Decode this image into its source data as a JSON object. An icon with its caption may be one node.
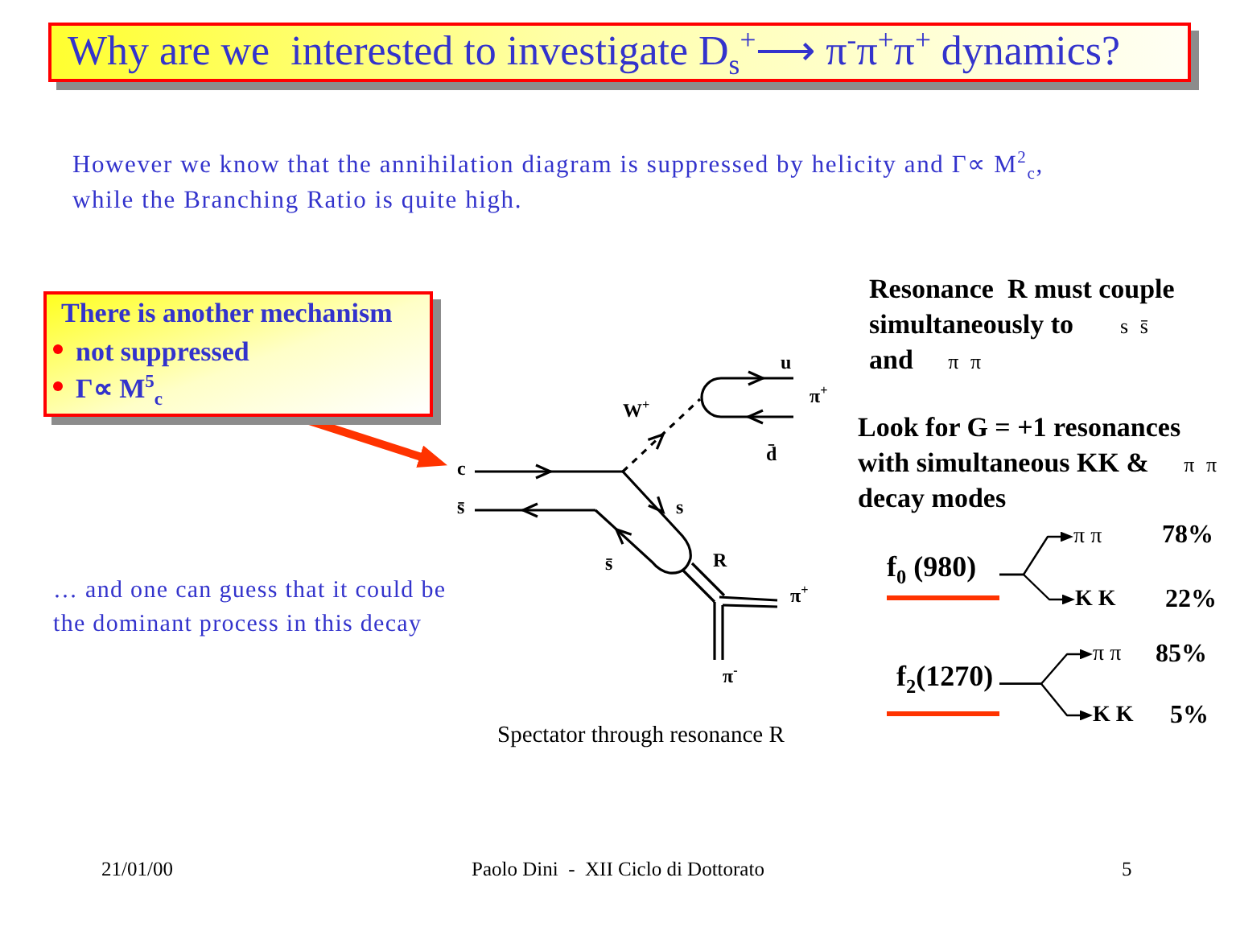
{
  "diagram": {
    "title": "Why are we  interested to investigate D$_{s}$$^{+}$⟶ π$^{-}$π$^{+}$π$^{+}$ dynamics?",
    "nodes": [
      {
        "text": [
          "There is another mechanism",
          "not suppressed",
          "Γ∝ M$^{5}$$_{c}$"
        ]
      },
      {
        "text": [],
        "shape": "picture",
        "beside": [
          "Spectator through resonance R"
        ]
      },
      {
        "text": [
          "f$_{0}$ (980)"
        ]
      },
      {
        "text": [
          "π π"
        ],
        "beside": [
          "78%"
        ]
      },
      {
        "text": [
          "K K"
        ],
        "beside": [
          "22%"
        ]
      },
      {
        "text": [
          "f$_{2}$(1270)"
        ]
      },
      {
        "text": [
          "π π"
        ],
        "beside": [
          "85%"
        ]
      },
      {
        "text": [
          "K K"
        ],
        "beside": [
          "5%"
        ]
      }
    ],
    "edges": [
      {
        "from": 0,
        "to": 1,
        "arrow": "to",
        "style": "thick",
        "color": "#ff3300"
      },
      {
        "from": 2,
        "to": 3,
        "arrow": "to"
      },
      {
        "from": 2,
        "to": 4,
        "arrow": "to"
      },
      {
        "from": 5,
        "to": 6,
        "arrow": "to"
      },
      {
        "from": 5,
        "to": 7,
        "arrow": "to"
      }
    ],
    "labels": [
      "However we know that the annihilation diagram is suppressed by helicity and Γ∝ M$^{2}$$_{c}$, while the Branching Ratio is quite high.",
      "**Resonance  R must couple simultaneously to**    s s̄ **and**   π π",
      "W$^{+}$",
      "u",
      "π$^{+}$",
      "d̄",
      "**Look for G = +1 resonances with simultaneous KK &**   π π **decay modes**",
      "c",
      "s̄",
      "s",
      "s̄",
      "R",
      "π$^{+}$",
      "… and one can guess that it could be the dominant process in this decay",
      "π$^{-}$",
      "21/01/00",
      "Paolo Dini  -  XII Ciclo di Dottorato",
      "5"
    ]
  }
}
